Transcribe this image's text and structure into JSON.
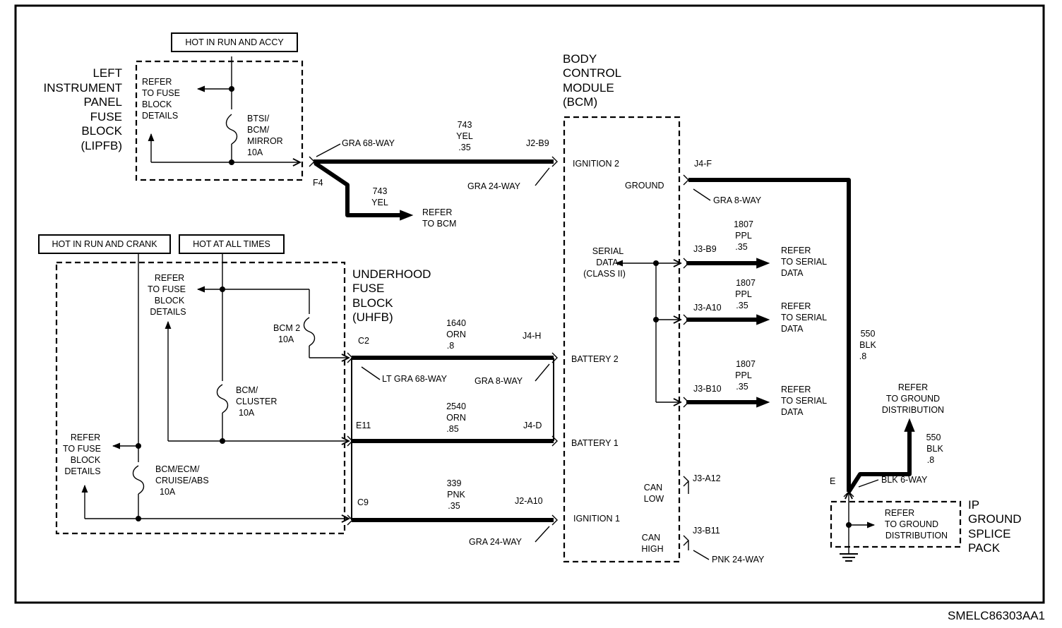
{
  "diagram_code": "SMELC86303AA1",
  "headers": {
    "run_accy": "HOT IN RUN AND ACCY",
    "run_crank": "HOT IN RUN AND CRANK",
    "all_times": "HOT AT ALL TIMES"
  },
  "lipfb": {
    "title": [
      "LEFT",
      "INSTRUMENT",
      "PANEL",
      "FUSE",
      "BLOCK",
      "(LIPFB)"
    ],
    "refer": [
      "REFER",
      "TO FUSE",
      "BLOCK",
      "DETAILS"
    ],
    "fuse": [
      "BTSI/",
      "BCM/",
      "MIRROR",
      "10A"
    ],
    "terminal": "F4",
    "connector": "GRA 68-WAY"
  },
  "uhfb": {
    "title": [
      "UNDERHOOD",
      "FUSE",
      "BLOCK",
      "(UHFB)"
    ],
    "refer_top": [
      "REFER",
      "TO FUSE",
      "BLOCK",
      "DETAILS"
    ],
    "refer_left": [
      "REFER",
      "TO FUSE",
      "BLOCK",
      "DETAILS"
    ],
    "fuse_bcm2": [
      "BCM 2",
      "10A"
    ],
    "fuse_cluster": [
      "BCM/",
      "CLUSTER",
      "10A"
    ],
    "fuse_ecm": [
      "BCM/ECM/",
      "CRUISE/ABS",
      "10A"
    ],
    "term_c2": "C2",
    "term_e11": "E11",
    "term_c9": "C9",
    "connector": "LT GRA 68-WAY"
  },
  "bcm": {
    "title": [
      "BODY",
      "CONTROL",
      "MODULE",
      "(BCM)"
    ],
    "ignition2": "IGNITION 2",
    "ground": "GROUND",
    "serial": [
      "SERIAL",
      "DATA",
      "(CLASS II)"
    ],
    "battery2": "BATTERY 2",
    "battery1": "BATTERY 1",
    "ignition1": "IGNITION 1",
    "can_low": [
      "CAN",
      "LOW"
    ],
    "can_high": [
      "CAN",
      "HIGH"
    ]
  },
  "wires": {
    "ign2": {
      "circuit": "743",
      "color": "YEL",
      "size": ".35",
      "pin": "J2-B9",
      "conn": "GRA 24-WAY"
    },
    "ign2_branch": {
      "circuit": "743",
      "color": "YEL",
      "refer": [
        "REFER",
        "TO BCM"
      ]
    },
    "bat2": {
      "circuit": "1640",
      "color": "ORN",
      "size": ".8",
      "pin": "J4-H",
      "conn": "GRA 8-WAY"
    },
    "bat1": {
      "circuit": "2540",
      "color": "ORN",
      "size": ".85",
      "pin": "J4-D"
    },
    "ign1": {
      "circuit": "339",
      "color": "PNK",
      "size": ".35",
      "pin": "J2-A10",
      "conn": "GRA 24-WAY"
    },
    "serial1": {
      "circuit": "1807",
      "color": "PPL",
      "size": ".35",
      "pin": "J3-B9"
    },
    "serial2": {
      "circuit": "1807",
      "color": "PPL",
      "size": ".35",
      "pin": "J3-A10"
    },
    "serial3": {
      "circuit": "1807",
      "color": "PPL",
      "size": ".35",
      "pin": "J3-B10"
    },
    "serial_refer": [
      "REFER",
      "TO SERIAL",
      "DATA"
    ],
    "ground": {
      "pin": "J4-F",
      "conn": "GRA 8-WAY",
      "circuit": "550",
      "color": "BLK",
      "size": ".8"
    },
    "can_low_pin": "J3-A12",
    "can_high_pin": "J3-B11",
    "can_conn": "PNK 24-WAY",
    "gnd_branch": {
      "circuit": "550",
      "color": "BLK",
      "size": ".8",
      "refer": [
        "REFER",
        "TO GROUND",
        "DISTRIBUTION"
      ]
    }
  },
  "splice": {
    "terminal": "E",
    "conn": "BLK 6-WAY",
    "refer": [
      "REFER",
      "TO GROUND",
      "DISTRIBUTION"
    ],
    "title": [
      "IP",
      "GROUND",
      "SPLICE",
      "PACK"
    ]
  }
}
